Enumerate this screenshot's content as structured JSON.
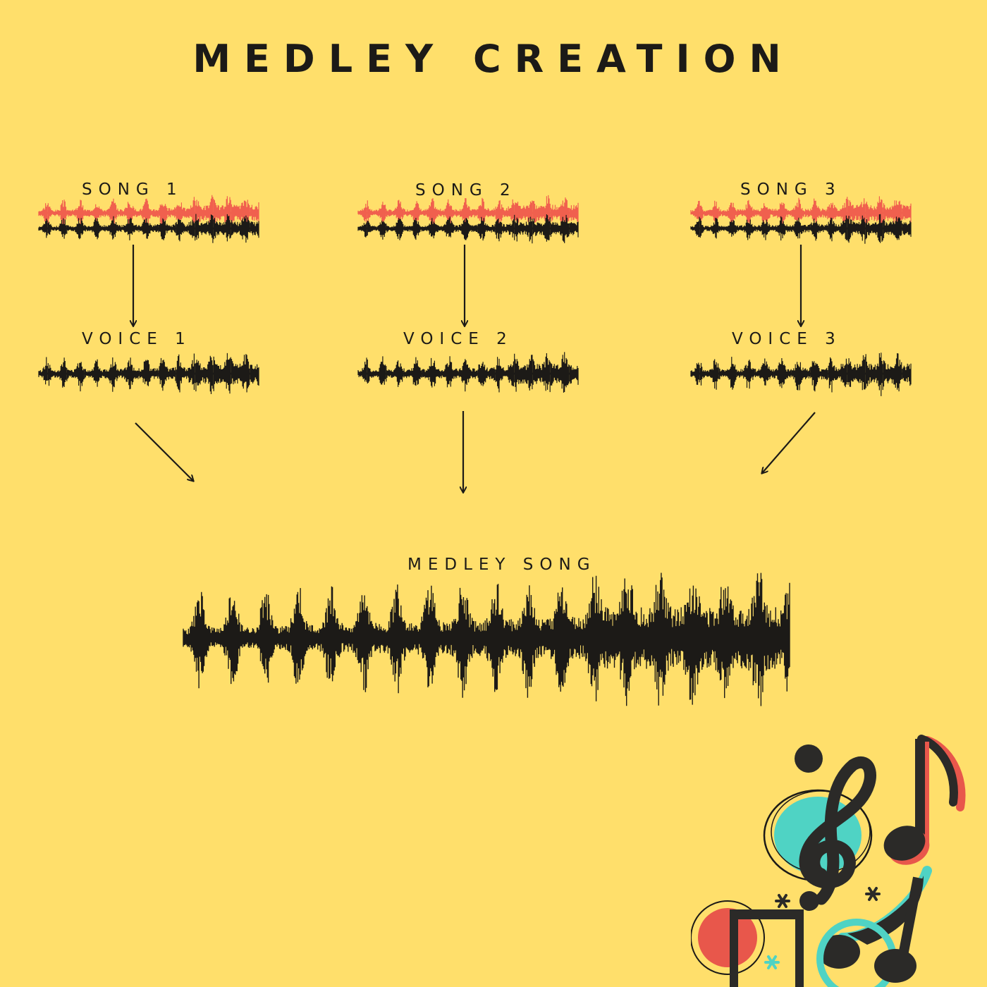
{
  "title": "MEDLEY CREATION",
  "columns": [
    {
      "song_label": "SONG 1",
      "voice_label": "VOICE 1"
    },
    {
      "song_label": "SONG 2",
      "voice_label": "VOICE 2"
    },
    {
      "song_label": "SONG 3",
      "voice_label": "VOICE 3"
    }
  ],
  "result_label": "MEDLEY SONG",
  "colors": {
    "background": "#FFDF6B",
    "ink": "#1C1A17",
    "song_wave": "#F0604E",
    "note_teal": "#4FD3C4",
    "note_red": "#E8574B"
  },
  "icons": [
    "treble-clef-icon",
    "eighth-note-icon",
    "beamed-notes-icon",
    "star-icon"
  ]
}
